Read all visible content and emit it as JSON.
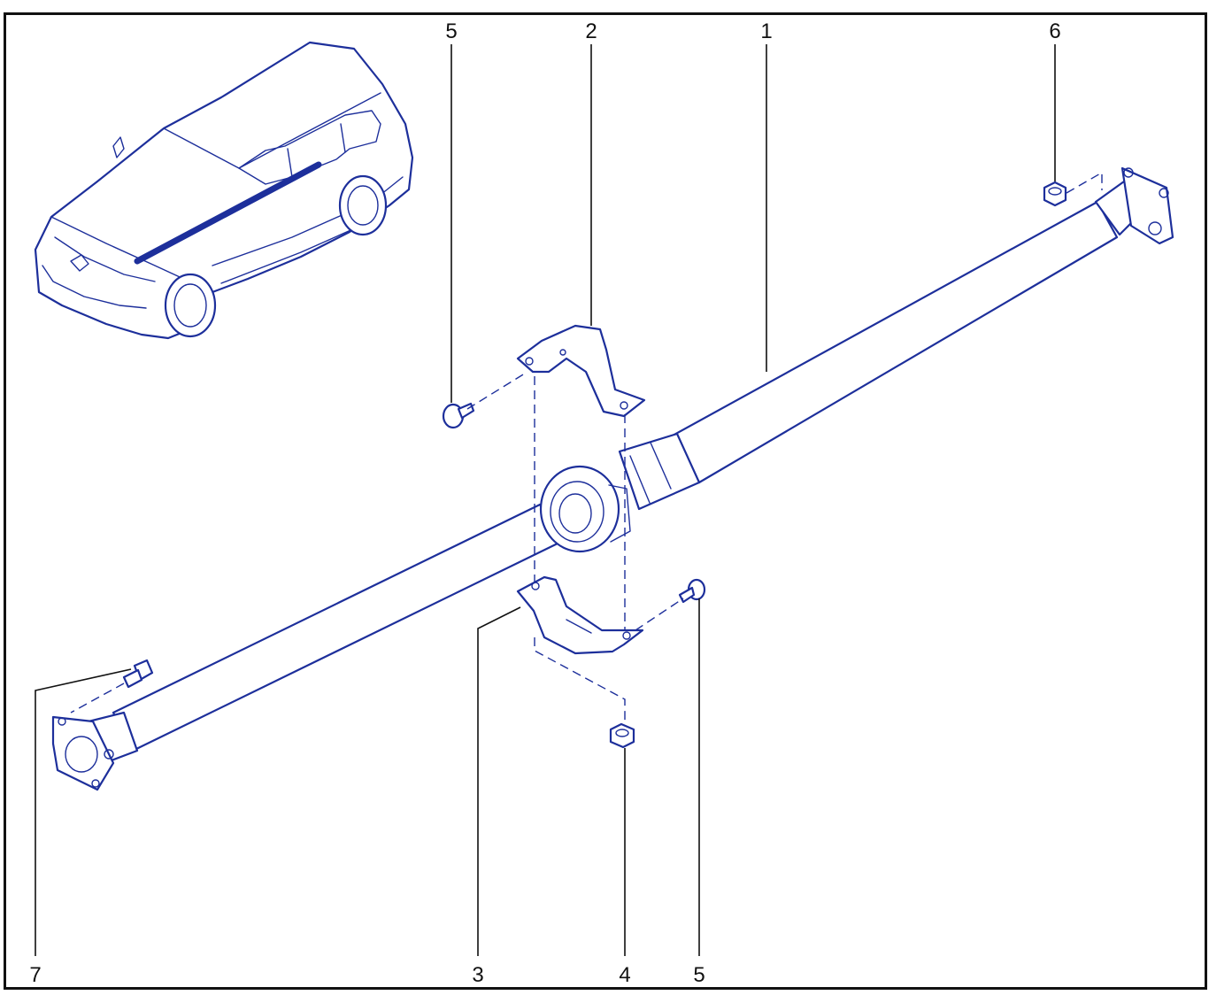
{
  "figure": {
    "callouts": [
      {
        "id": "c5a",
        "label": "5"
      },
      {
        "id": "c2",
        "label": "2"
      },
      {
        "id": "c1",
        "label": "1"
      },
      {
        "id": "c6",
        "label": "6"
      },
      {
        "id": "c7",
        "label": "7"
      },
      {
        "id": "c3",
        "label": "3"
      },
      {
        "id": "c4",
        "label": "4"
      },
      {
        "id": "c5b",
        "label": "5"
      }
    ],
    "line_color": "#1d2f9b",
    "frame_color": "#111111"
  }
}
